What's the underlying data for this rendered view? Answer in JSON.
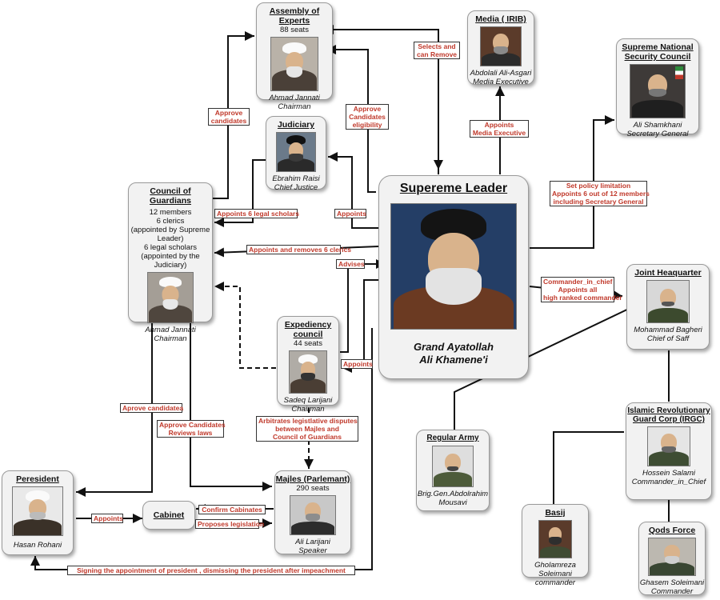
{
  "nodes": {
    "experts": {
      "title": "Assembly of Experts",
      "sub": "88 seats",
      "name": "Ahmad Jannati",
      "role": "Chairman"
    },
    "media": {
      "title": "Media ( IRIB)",
      "name": "Abdolali Ali-Asgari",
      "role": "Media Executive"
    },
    "snsc": {
      "title": "Supreme National Security Council",
      "name": "Ali Shamkhani",
      "role": "Secretary General"
    },
    "judiciary": {
      "title": "Judiciary",
      "name": "Ebrahim Raisi",
      "role": "Chief Justice"
    },
    "guardians": {
      "title": "Council of Guardians",
      "lines": [
        "12 members",
        "6 clerics",
        "(appointed by Supreme",
        "Leader)",
        "6 legal scholars",
        "(appointed by the Judiciary)"
      ],
      "name": "Ahmad Jannati",
      "role": "Chairman"
    },
    "leader": {
      "title": "Supereme Leader",
      "name": "Grand Ayatollah",
      "role": "Ali Khamene'i"
    },
    "joint": {
      "title": "Joint Heaquarter",
      "name": "Mohammad Bagheri",
      "role": "Chief of Saff"
    },
    "expediency": {
      "title": "Expediency council",
      "sub": "44 seats",
      "name": "Sadeq Larijani",
      "role": "Chairman"
    },
    "irgc": {
      "title": "Islamic Revolutionary Guard Corp (IRGC)",
      "name": "Hossein Salami",
      "role": "Commander_in_Chief"
    },
    "army": {
      "title": "Regular Army",
      "name": "Brig.Gen.Abdolrahim",
      "role": "Mousavi"
    },
    "president": {
      "title": "Peresident",
      "name": "Hasan Rohani"
    },
    "cabinet": {
      "title": "Cabinet"
    },
    "majles": {
      "title": "Majles (Parlemant)",
      "sub": "290 seats",
      "name": "Ali Larijani",
      "role": "Speaker"
    },
    "basij": {
      "title": "Basij",
      "name": "Gholamreza Soleimani",
      "role": "commander"
    },
    "qods": {
      "title": "Qods Force",
      "name": "Ghasem Soleimani",
      "role": "Commander"
    }
  },
  "labels": {
    "selects": [
      "Selects and",
      "can Remove"
    ],
    "approve_candidates": [
      "Approve",
      "candidates"
    ],
    "approve_eligibility": [
      "Approve",
      "Candidates",
      "eligibility"
    ],
    "appoints_media": [
      "Appoints",
      "Media Executive"
    ],
    "set_policy": [
      "Set policy limitation",
      "Appoints 6 out of 12 members",
      "including Secretary General"
    ],
    "appoints_scholars": [
      "Appoints 6 legal scholars"
    ],
    "appoints_judiciary": [
      "Appoints"
    ],
    "appoints_clerics": [
      "Appoints and removes 6 clerics"
    ],
    "advises": [
      "Advises"
    ],
    "commander": [
      "Commander_in_chief",
      "Appoints all",
      "high ranked commander"
    ],
    "appoints_expediency": [
      "Appoints"
    ],
    "aprove_candidatea": [
      "Aprove candidatea"
    ],
    "approve_reviews": [
      "Approve Candidates",
      "Reviews laws"
    ],
    "arbitrates": [
      "Arbitrates legistlative disputes",
      "between Majles and",
      "Council of Guardians"
    ],
    "appoints_cabinet": [
      "Appoints"
    ],
    "confirm": [
      "Confirm Cabinates"
    ],
    "proposes": [
      "Proposes legislation"
    ],
    "signing": [
      "Signing the appointment of president , dismissing the president after impeachment"
    ]
  },
  "colors": {
    "label_text": "#c0392b",
    "box_fill": "#f2f2f2",
    "line": "#111111"
  }
}
